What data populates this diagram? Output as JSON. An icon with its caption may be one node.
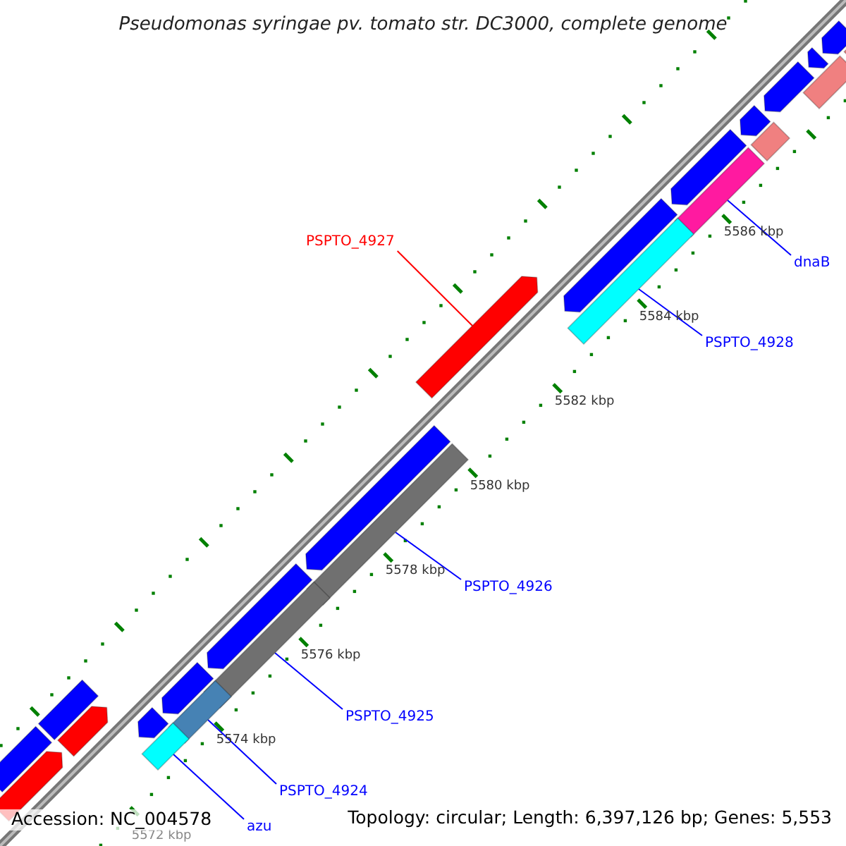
{
  "diagram": {
    "title": "Pseudomonas syringae pv. tomato str. DC3000, complete genome",
    "nodes": [
      {
        "text": [
          "PSPTO_4927"
        ]
      },
      {
        "text": [],
        "shape": "arrow"
      },
      {
        "text": [
          "dnaB"
        ]
      },
      {
        "text": [],
        "shape": "bar"
      },
      {
        "text": [
          "PSPTO_4928"
        ]
      },
      {
        "text": [],
        "shape": "bar"
      },
      {
        "text": [
          "PSPTO_4926"
        ]
      },
      {
        "text": [],
        "shape": "bar"
      },
      {
        "text": [
          "PSPTO_4925"
        ]
      },
      {
        "text": [],
        "shape": "bar"
      },
      {
        "text": [
          "PSPTO_4924"
        ]
      },
      {
        "text": [],
        "shape": "bar"
      },
      {
        "text": [
          "azu"
        ]
      },
      {
        "text": [],
        "shape": "bar"
      }
    ],
    "edges": [
      {
        "from": 0,
        "to": 1,
        "arrow": "none",
        "color": "#ff0000"
      },
      {
        "from": 2,
        "to": 3,
        "arrow": "none"
      },
      {
        "from": 4,
        "to": 5,
        "arrow": "none"
      },
      {
        "from": 6,
        "to": 7,
        "arrow": "none"
      },
      {
        "from": 8,
        "to": 9,
        "arrow": "none"
      },
      {
        "from": 10,
        "to": 11,
        "arrow": "none"
      },
      {
        "from": 12,
        "to": 13,
        "arrow": "none"
      }
    ],
    "labels": [
      "5586 kbp",
      "5584 kbp",
      "5582 kbp",
      "5580 kbp",
      "5578 kbp",
      "5576 kbp",
      "5574 kbp",
      "5572 kbp",
      "Accession: NC_004578",
      "Topology: circular; Length: 6,397,126 bp; Genes: 5,553"
    ]
  }
}
